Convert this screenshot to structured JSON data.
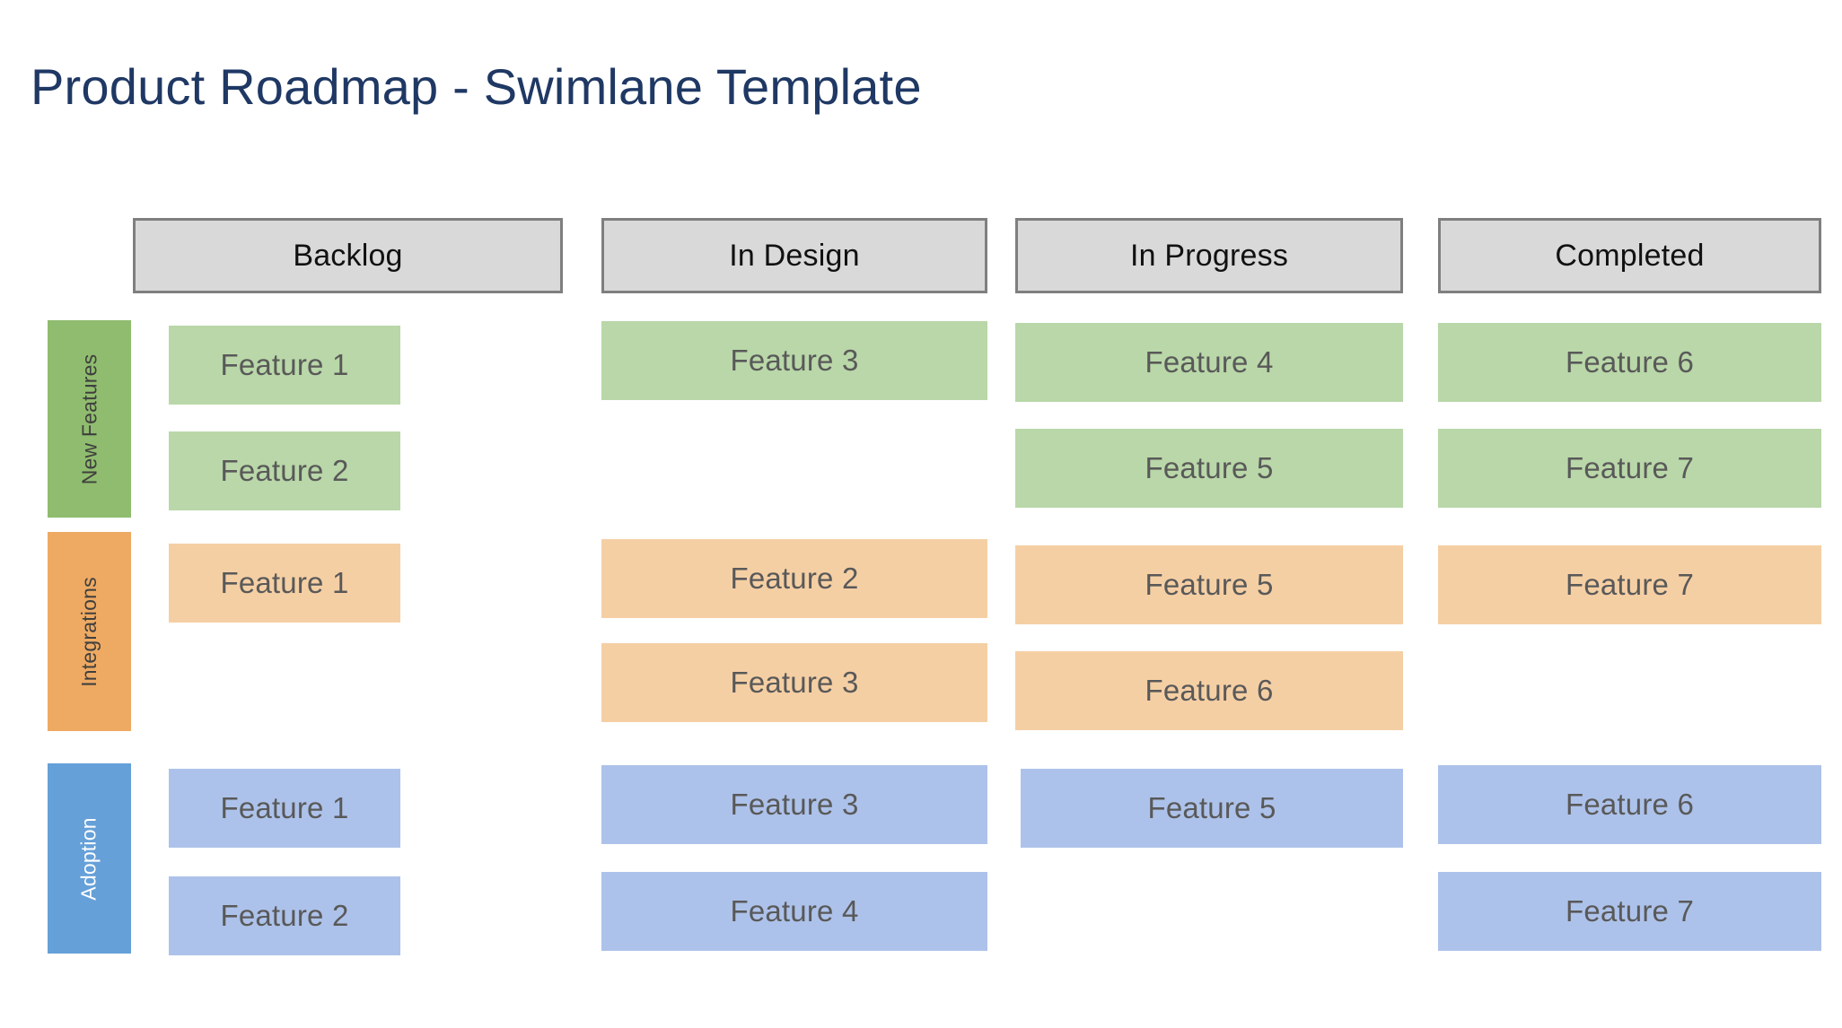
{
  "page": {
    "title": "Product Roadmap - Swimlane Template",
    "title_color": "#1f3864",
    "background": "#ffffff"
  },
  "board": {
    "header_fill": "#d9d9d9",
    "header_border": "#7f7f7f",
    "card_text_color": "#595959",
    "columns": [
      {
        "id": "backlog",
        "label": "Backlog"
      },
      {
        "id": "in-design",
        "label": "In Design"
      },
      {
        "id": "in-progress",
        "label": "In Progress"
      },
      {
        "id": "completed",
        "label": "Completed"
      }
    ],
    "lanes": [
      {
        "id": "new-features",
        "label": "New Features",
        "band_color": "#8fbc6e",
        "label_text_color": "#3f3f3f",
        "card_color": "#b9d7a8",
        "cards": {
          "backlog": [
            "Feature 1",
            "Feature 2"
          ],
          "in-design": [
            "Feature 3"
          ],
          "in-progress": [
            "Feature 4",
            "Feature 5"
          ],
          "completed": [
            "Feature 6",
            "Feature 7"
          ]
        }
      },
      {
        "id": "integrations",
        "label": "Integrations",
        "band_color": "#eeaa63",
        "label_text_color": "#3f3f3f",
        "card_color": "#f5cfa4",
        "cards": {
          "backlog": [
            "Feature 1"
          ],
          "in-design": [
            "Feature 2",
            "Feature 3"
          ],
          "in-progress": [
            "Feature 5",
            "Feature 6"
          ],
          "completed": [
            "Feature 7"
          ]
        }
      },
      {
        "id": "adoption",
        "label": "Adoption",
        "band_color": "#65a0d8",
        "label_text_color": "#ffffff",
        "card_color": "#adc2ea",
        "cards": {
          "backlog": [
            "Feature 1",
            "Feature 2"
          ],
          "in-design": [
            "Feature 3",
            "Feature 4"
          ],
          "in-progress": [
            "Feature 5"
          ],
          "completed": [
            "Feature 6",
            "Feature 7"
          ]
        }
      }
    ]
  }
}
